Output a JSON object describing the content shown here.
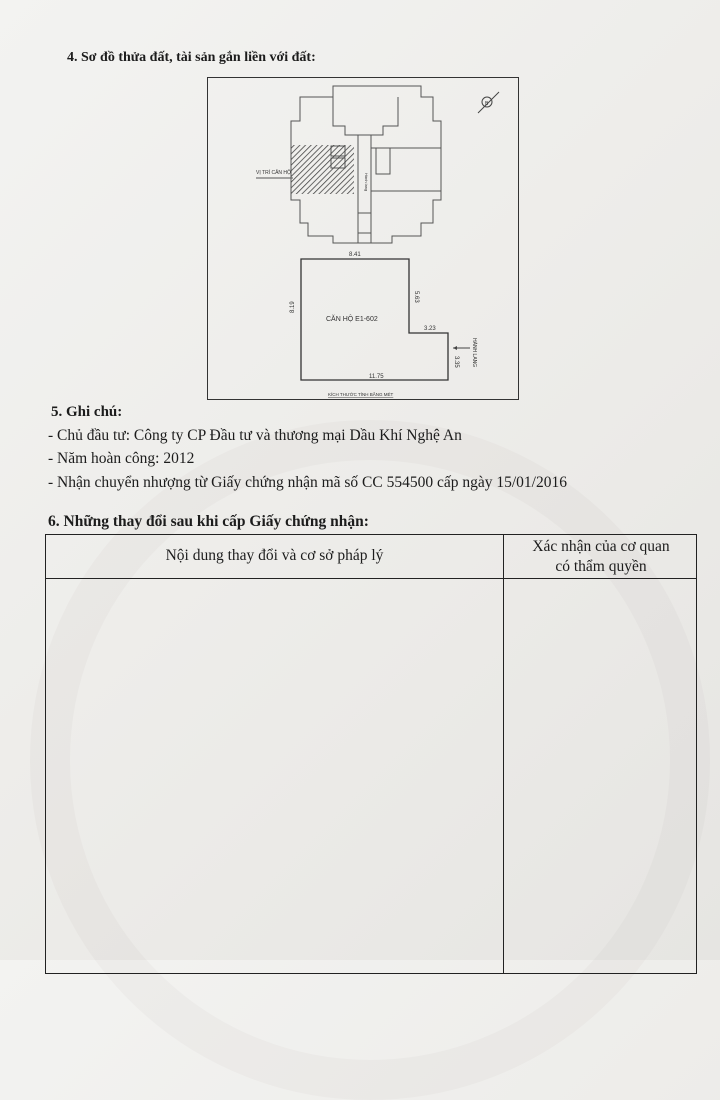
{
  "section4": {
    "title": "4. Sơ đồ thửa đất, tài sản gắn liền với đất:"
  },
  "diagram": {
    "north_label": "B",
    "location_label": "VỊ TRÍ CĂN HỘ",
    "corridor_label_top": "Hành lang",
    "top_width": "8.41",
    "right_upper": "5.63",
    "step_width": "3.23",
    "right_lower": "3.35",
    "left_height": "8.19",
    "bottom_width": "11.75",
    "apartment_label": "CĂN HỘ E1-602",
    "corridor_label": "HÀNH LANG",
    "unit_note": "KÍCH THƯỚC TÍNH BẰNG MÉT"
  },
  "section5": {
    "title": "5. Ghi chú:",
    "lines": [
      "- Chủ đầu tư: Công ty CP Đầu tư và thương mại Dầu Khí Nghệ An",
      "- Năm hoàn công: 2012",
      "- Nhận chuyển nhượng từ Giấy chứng nhận mã số CC 554500 cấp ngày 15/01/2016"
    ]
  },
  "section6": {
    "title": "6. Những thay đổi sau khi cấp Giấy chứng nhận:",
    "columns": [
      "Nội dung thay đổi và cơ sở pháp lý",
      "Xác nhận của cơ quan có thẩm quyền"
    ],
    "column2_lines": [
      "Xác nhận của cơ quan",
      "có thẩm quyền"
    ]
  }
}
